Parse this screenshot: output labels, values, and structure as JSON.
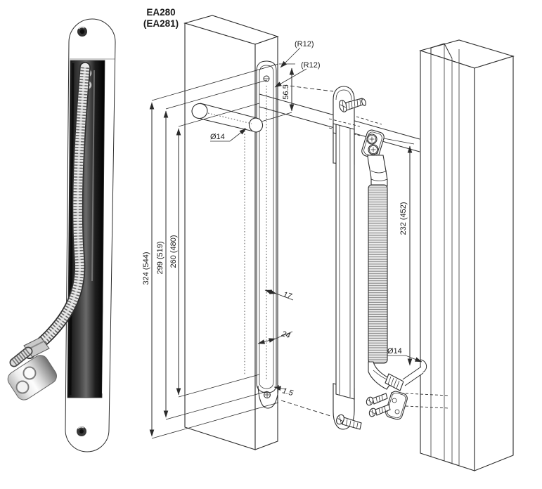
{
  "colors": {
    "ink": "#2b2b2b",
    "chrome_light": "#f5f5f5",
    "chrome_dark": "#6e6e6e"
  },
  "drawing": {
    "title": "EA280",
    "title_alt": "(EA281)",
    "dims": {
      "r12_outer": "(R12)",
      "r12_inner": "(R12)",
      "top_offset": "56.5",
      "top_hole_dia": "Ø14",
      "overall_length": "324 (544)",
      "cutout_length": "299 (519)",
      "plate_length": "260 (480)",
      "loop_length": "232 (452)",
      "channel_width": "17",
      "plate_width": "24",
      "lip_depth": "1.5",
      "frame_hole_dia": "Ø14"
    }
  }
}
